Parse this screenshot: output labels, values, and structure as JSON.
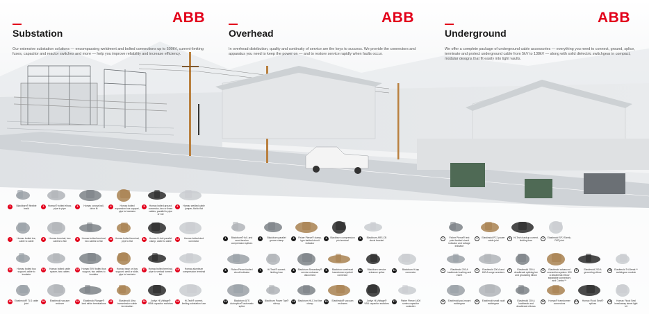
{
  "brand": {
    "logo_text": "ABB",
    "accent_color": "#e2001a"
  },
  "sections": [
    {
      "id": "substation",
      "title": "Substation",
      "intro": "Our extensive substation solutions — encompassing weldment and bolted connections up to 500kV, current-limiting fuses, capacitor and reactor switches and more — help you improve reliability and increase efficiency.",
      "badge_style": "red",
      "products": [
        {
          "num": "1",
          "label": "Blackburn® flexible braid"
        },
        {
          "num": "2",
          "label": "Homac® bolted elbow, pipe to pipe"
        },
        {
          "num": "3",
          "label": "Homac corona ball, drive fit"
        },
        {
          "num": "4",
          "label": "Homac bolted expansion bus support, pipe to insulator"
        },
        {
          "num": "5",
          "label": "Homac bolted ground connector, two or three cables, parallel to pipe or rod"
        },
        {
          "num": "6",
          "label": "Homac welded cable jumper, flat to flat"
        },
        {
          "num": "7",
          "label": "Homac bolted tee, cable to cable"
        },
        {
          "num": "8",
          "label": "Homac terminal, two cables to flat"
        },
        {
          "num": "9",
          "label": "Homac bolted terminal, two cables to flat"
        },
        {
          "num": "10",
          "label": "Homac bolted terminal, pipe to flat"
        },
        {
          "num": "11",
          "label": "Homac U-bolt parallel clamp, cable to cable"
        },
        {
          "num": "12",
          "label": "Homac bolted stud connector"
        },
        {
          "num": "13",
          "label": "Homac bolted bus support, cable to insulator"
        },
        {
          "num": "14",
          "label": "Homac bolted cable spacer, two cables"
        },
        {
          "num": "15",
          "label": "Homac EHV bolted bus support, two cables to insulator"
        },
        {
          "num": "16",
          "label": "Homac base on bus support, weld or slide, pipe to insulator"
        },
        {
          "num": "17",
          "label": "Homac bolted terminal, pipe to vertical formed flat"
        },
        {
          "num": "18",
          "label": "Homac aluminum compression terminal"
        },
        {
          "num": "19",
          "label": "Elastimold® TLS cable joint"
        },
        {
          "num": "20",
          "label": "Elastimold vacuum recloser"
        },
        {
          "num": "21",
          "label": "Elastimold Ranger® land strike terminations"
        },
        {
          "num": "22",
          "label": "Elastimold Ultra transmission cable termination"
        },
        {
          "num": "23",
          "label": "Joslyn Hi-Voltage® VBM capacitor switches"
        },
        {
          "num": "24",
          "label": "Hi-Tech® current-limiting substation fuse"
        }
      ]
    },
    {
      "id": "overhead",
      "title": "Overhead",
      "intro": "In overhead distribution, quality and continuity of service are the keys to success. We provide the connectors and apparatus you need to keep the power on — and to restore service rapidly when faults occur.",
      "badge_style": "black",
      "products": [
        {
          "num": "1",
          "label": "Blackburn® full- and semi-tension compression splices"
        },
        {
          "num": "2",
          "label": "Blackburn parallel groove clamp"
        },
        {
          "num": "3",
          "label": "Fisher Pierce® clamp-type faulted circuit indicator"
        },
        {
          "num": "4",
          "label": "Blackburn compression pin terminal"
        },
        {
          "num": "5",
          "label": "Blackburn ARS-CB clevis bracket"
        },
        {
          "num": "6",
          "label": "Fisher Pierce faulted circuit indicator"
        },
        {
          "num": "7",
          "label": "Hi-Tech® current-limiting fuse"
        },
        {
          "num": "8",
          "label": "Blackburn Secondary® service entrance disconnect"
        },
        {
          "num": "9",
          "label": "Blackburn overhead transformer eyebolt connector"
        },
        {
          "num": "10",
          "label": "Blackburn service entrance splice"
        },
        {
          "num": "11",
          "label": "Blackburn H-tap connector"
        },
        {
          "num": "12",
          "label": "Blackburn ATS Autosplice® automatic splice"
        },
        {
          "num": "13",
          "label": "Blackburn Power Tap® stirrup"
        },
        {
          "num": "14",
          "label": "Blackburn HLC hot line clamp"
        },
        {
          "num": "15",
          "label": "Elastimold® vacuum reclosers"
        },
        {
          "num": "16",
          "label": "Joslyn Hi-Voltage® VBU capacitor switches"
        },
        {
          "num": "17",
          "label": "Fisher Pierce 4400 series capacitor controller"
        }
      ]
    },
    {
      "id": "underground",
      "title": "Underground",
      "intro": "We offer a complete package of underground cable accessories — everything you need to connect, ground, splice, terminate and protect underground cable from 5kV to 138kV — along with solid dielectric switchgear in compact, modular designs that fit easily into tight vaults.",
      "badge_style": "outline",
      "products": [
        {
          "num": "1",
          "label": "Fisher Pierce® test point faulted circuit indicator and voltage indicator"
        },
        {
          "num": "2",
          "label": "Elastimold PCJ power cable joint"
        },
        {
          "num": "3",
          "label": "Hi-Tech backup current-limiting fuse"
        },
        {
          "num": "4",
          "label": "Elastimold SPJ Shrink-Fit® joint"
        },
        {
          "num": "5",
          "label": "Elastimold 200 A loadbreak bushing and insert"
        },
        {
          "num": "6",
          "label": "Elastimold 200 A and 600 A surge arresters"
        },
        {
          "num": "7",
          "label": "Elastimold 200 A deadbreak splicing tee and grounding elbow"
        },
        {
          "num": "8",
          "label": "Elastimold advanced connection system: 600 A deadbreak elbow separable connectors and Combo™"
        },
        {
          "num": "9",
          "label": "Elastimold 200 A grounding elbow"
        },
        {
          "num": "10",
          "label": "Elastimold Tri-Break™ switchgear module"
        },
        {
          "num": "11",
          "label": "Elastimold pad-mount switchgear"
        },
        {
          "num": "12",
          "label": "Elastimold small vault switchgear"
        },
        {
          "num": "13",
          "label": "Elastimold 200 A loadbreak and deadbreak elbows"
        },
        {
          "num": "14",
          "label": "Homac® transformer connectors"
        },
        {
          "num": "15",
          "label": "Homac Flood Seal® splices"
        },
        {
          "num": "16",
          "label": "Homac Flood Seal breakaway street light kit"
        }
      ]
    }
  ]
}
